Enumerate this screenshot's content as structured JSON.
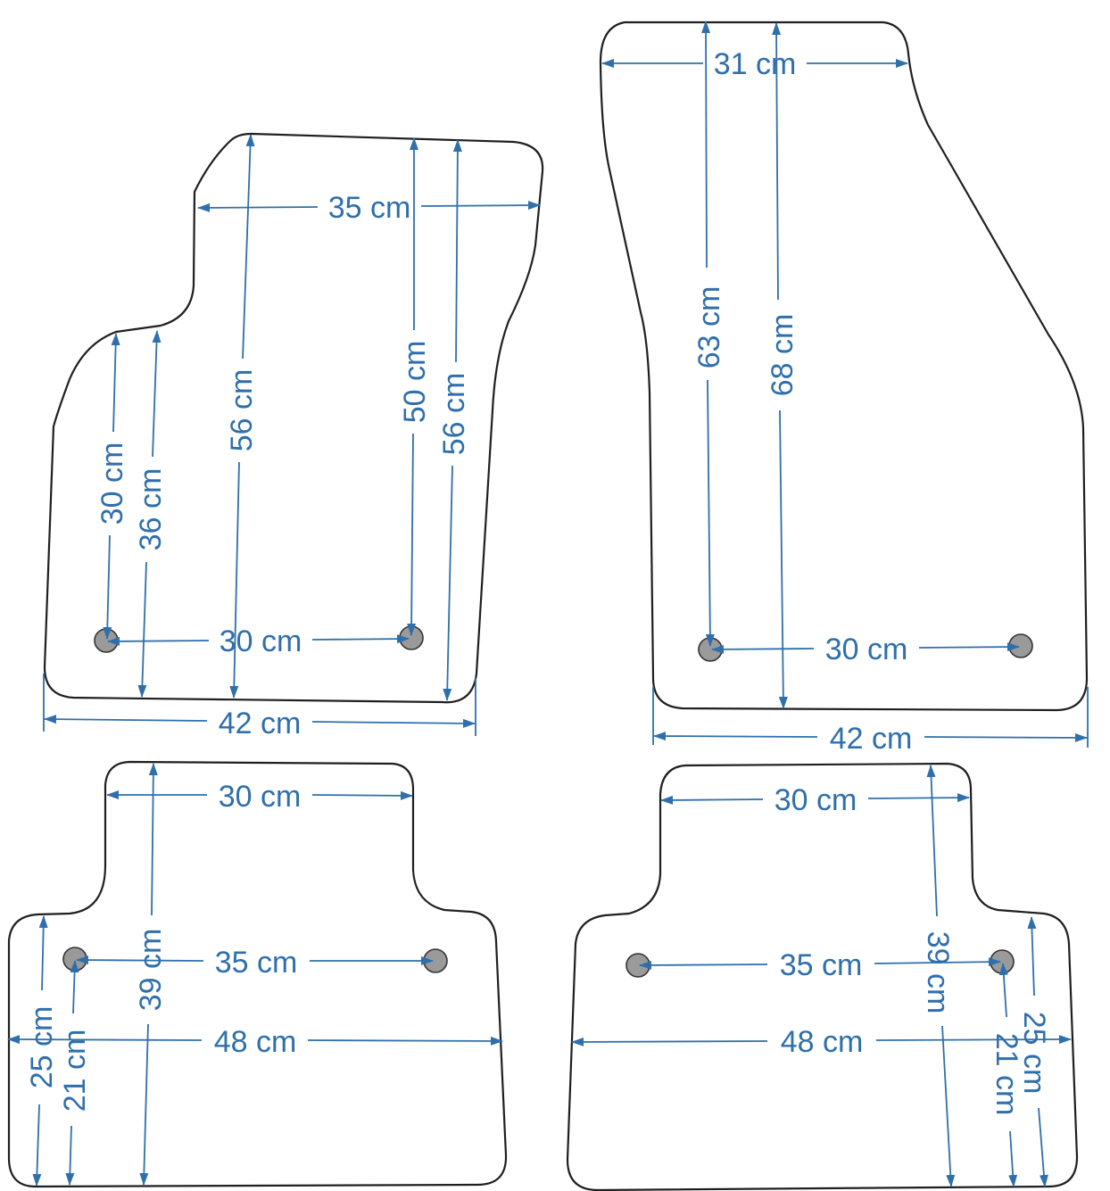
{
  "colors": {
    "outline": "#1f1f1f",
    "dimension": "#2f6fab",
    "hole": "#9a9a9a",
    "background": "#ffffff"
  },
  "mats": {
    "front_left": {
      "dims": {
        "top_width": "35 cm",
        "bottom_width": "42 cm",
        "hole_spacing": "30 cm",
        "left_inner_height": "30 cm",
        "left_outer_height": "36 cm",
        "center_height": "56 cm",
        "right_inner_height": "50 cm",
        "right_outer_height": "56 cm"
      }
    },
    "front_right": {
      "dims": {
        "top_width": "31 cm",
        "bottom_width": "42 cm",
        "hole_spacing": "30 cm",
        "inner_height": "63 cm",
        "outer_height": "68 cm"
      }
    },
    "rear_left": {
      "dims": {
        "top_width": "30 cm",
        "hole_spacing": "35 cm",
        "full_width": "48 cm",
        "total_height": "39 cm",
        "side_outer_height": "25 cm",
        "side_inner_height": "21 cm"
      }
    },
    "rear_right": {
      "dims": {
        "top_width": "30 cm",
        "hole_spacing": "35 cm",
        "full_width": "48 cm",
        "total_height": "39 cm",
        "side_outer_height": "25 cm",
        "side_inner_height": "21 cm"
      }
    }
  }
}
